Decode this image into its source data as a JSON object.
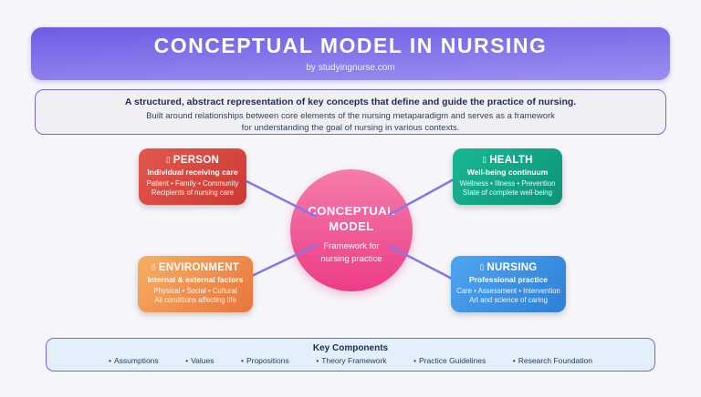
{
  "header": {
    "title": "CONCEPTUAL MODEL IN NURSING",
    "subtitle": "by studyingnurse.com",
    "gradient_from": "#6e5ce4",
    "gradient_to": "#9c8ff1"
  },
  "definition": {
    "line1": "A structured, abstract representation of key concepts that define and guide the practice of nursing.",
    "line2": "Built around relationships between core elements of the nursing metaparadigm and serves as a framework",
    "line3": "for understanding the goal of nursing in various contexts."
  },
  "center": {
    "title_line1": "CONCEPTUAL",
    "title_line2": "MODEL",
    "subtitle_line1": "Framework for",
    "subtitle_line2": "nursing practice",
    "color_from": "#f57dab",
    "color_to": "#ec3c87"
  },
  "concepts": [
    {
      "icon": "▯",
      "title": "PERSON",
      "subtitle": "Individual receiving care",
      "detail1": "Patient • Family • Community",
      "detail2": "Recipients of nursing care",
      "color_from": "#e2584d",
      "color_to": "#ca3a33"
    },
    {
      "icon": "▯",
      "title": "HEALTH",
      "subtitle": "Well-being continuum",
      "detail1": "Wellness • Illness • Prevention",
      "detail2": "State of complete well-being",
      "color_from": "#18b894",
      "color_to": "#0e9378"
    },
    {
      "icon": "▯",
      "title": "ENVIRONMENT",
      "subtitle": "Internal & external factors",
      "detail1": "Physical • Social • Cultural",
      "detail2": "All conditions affecting life",
      "color_from": "#f7b061",
      "color_to": "#e8743e"
    },
    {
      "icon": "▯",
      "title": "NURSING",
      "subtitle": "Professional practice",
      "detail1": "Care • Assessment • Intervention",
      "detail2": "Art and science of caring",
      "color_from": "#4fa6f0",
      "color_to": "#2e7fd4"
    }
  ],
  "key_components": {
    "title": "Key Components",
    "bullet": "•",
    "items": [
      "Assumptions",
      "Values",
      "Propositions",
      "Theory Framework",
      "Practice Guidelines",
      "Research Foundation"
    ]
  },
  "connector_color": "#8577e6"
}
